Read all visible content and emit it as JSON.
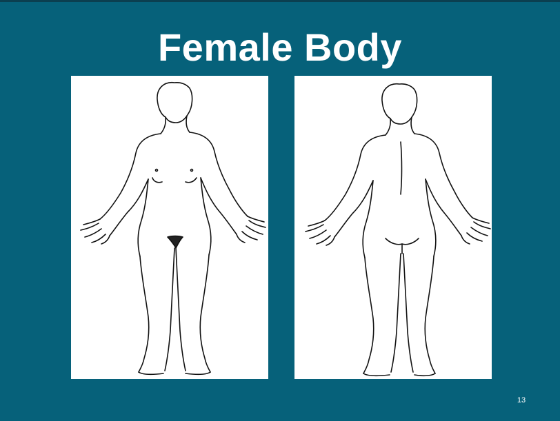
{
  "slide": {
    "title": "Female Body",
    "slide_number": "13",
    "background_color": "#06617a",
    "panel_color": "#ffffff"
  },
  "figures": [
    {
      "view": "front",
      "icon": "female-body-front-outline"
    },
    {
      "view": "back",
      "icon": "female-body-back-outline"
    }
  ]
}
